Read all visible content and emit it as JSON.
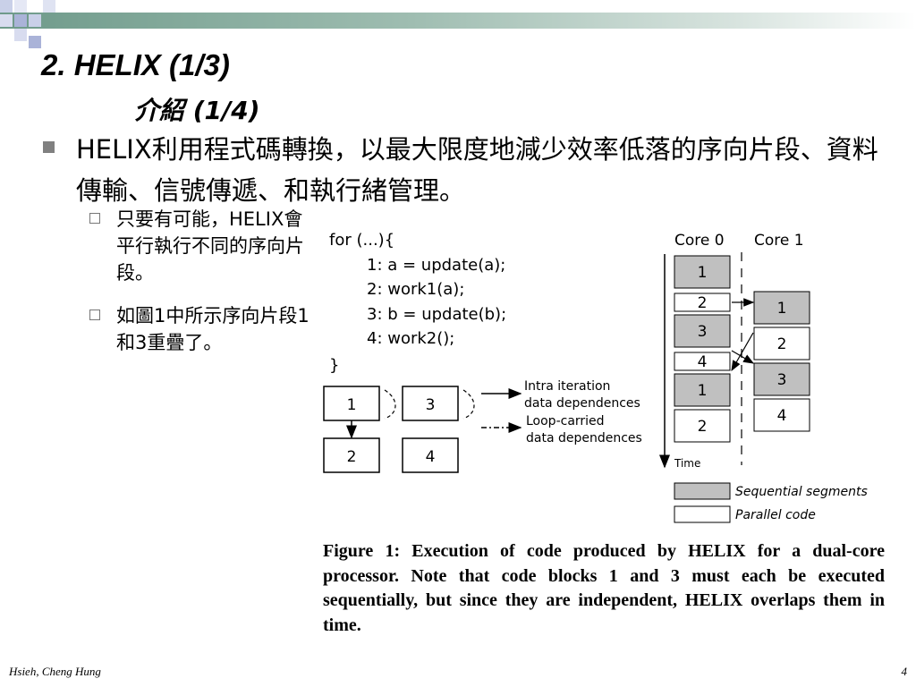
{
  "slide": {
    "title": "2. HELIX (1/3)",
    "subtitle": "介紹 (1/4)",
    "bullet": "HELIX利用程式碼轉換，以最大限度地減少效率低落的序向片段、資料傳輸、信號傳遞、和執行緒管理。",
    "subbullets": [
      {
        "text": "只要有可能，HELIX會平行執行不同的序向片段。"
      },
      {
        "text": "如圖1中所示序向片段1和3重疊了。"
      }
    ],
    "footer_author": "Hsieh, Cheng Hung",
    "page_number": "4"
  },
  "figure": {
    "code_lines": [
      "for (...){",
      "1: a = update(a);",
      "2: work1(a);",
      "3: b = update(b);",
      "4: work2();",
      "}"
    ],
    "core0_label": "Core 0",
    "core1_label": "Core 1",
    "time_label": "Time",
    "dep_boxes": [
      "1",
      "3",
      "2",
      "4"
    ],
    "core0_blocks": [
      "1",
      "2",
      "3",
      "4",
      "1",
      "2"
    ],
    "core1_blocks": [
      "1",
      "2",
      "3",
      "4"
    ],
    "legend_intra_1": "Intra iteration",
    "legend_intra_2": "data dependences",
    "legend_loop_1": "Loop-carried",
    "legend_loop_2": "data dependences",
    "legend_seq": "Sequential segments",
    "legend_par": "Parallel code",
    "colors": {
      "sequential": "#c0c0c0",
      "parallel": "#ffffff"
    },
    "caption": "Figure 1: Execution of code produced by HELIX for a dual-core processor. Note that code blocks 1 and 3 must each be executed sequentially, but since they are independent, HELIX overlaps them in time."
  }
}
